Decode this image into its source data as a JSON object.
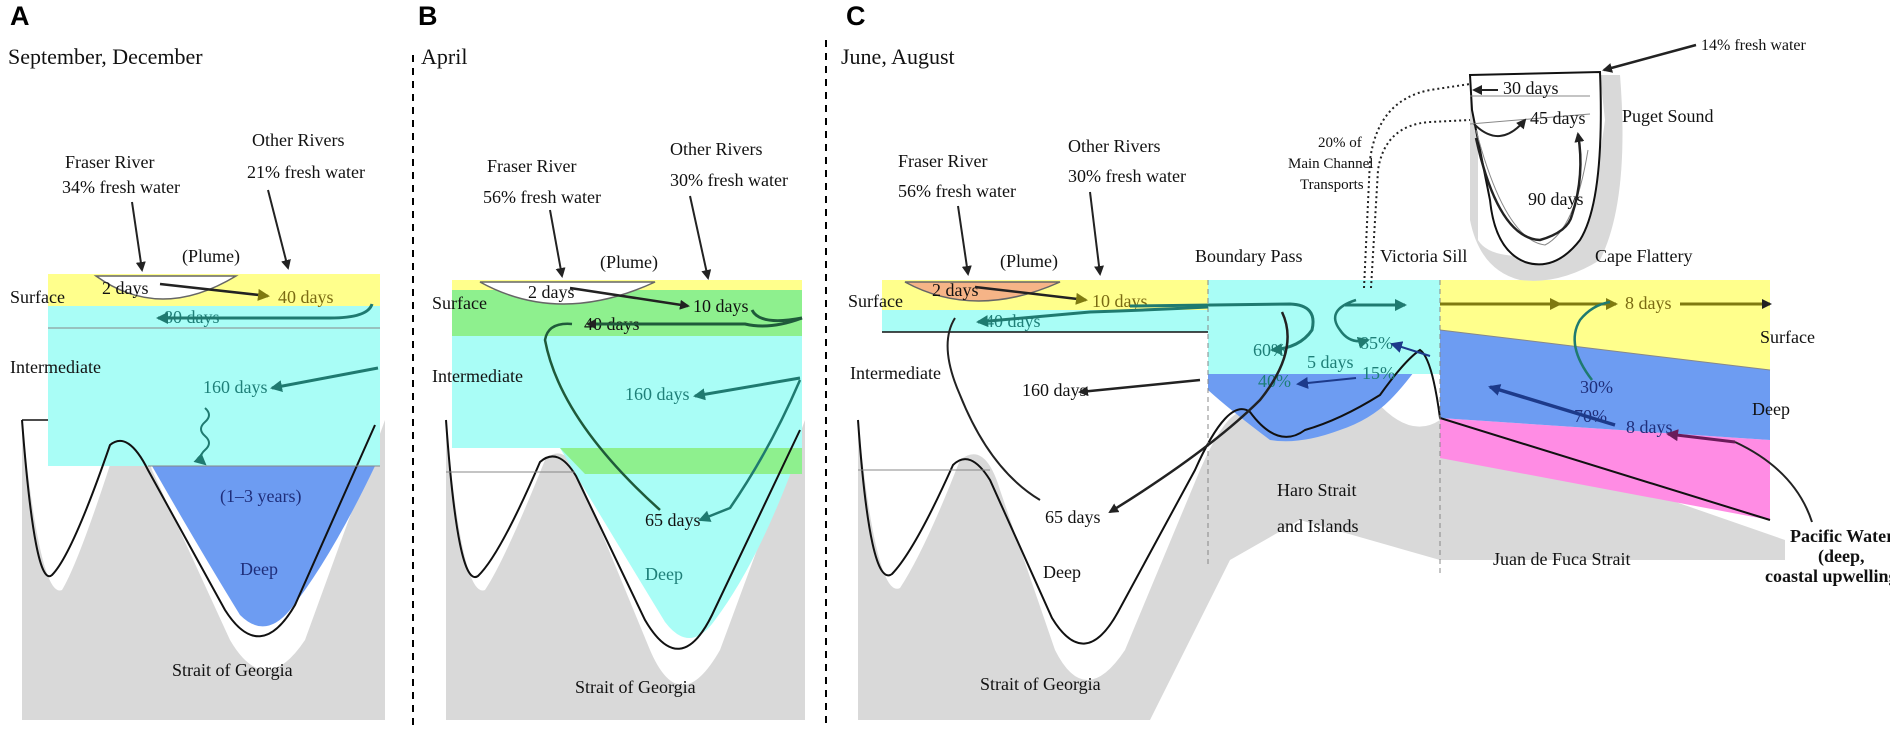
{
  "colors": {
    "surface_yellow": "#ffff8c",
    "intermediate_cyan": "#a9fdf6",
    "deep_blue": "#6d9cf2",
    "green": "#8ef08e",
    "plume_orange": "#f6b487",
    "pacific_pink": "#ff8ce4",
    "seabed_grey": "#d9d9d9",
    "arrow_dark": "#222222",
    "arrow_teal": "#1f7a70",
    "arrow_olive": "#7f7a10",
    "arrow_navy": "#1d3a8a",
    "arrow_purple": "#6a1b5a"
  },
  "panels": [
    {
      "letter": "A",
      "season": "September, December",
      "labels": {
        "fraser_name": "Fraser River",
        "fraser_share": "34% fresh water",
        "other_name": "Other Rivers",
        "other_share": "21% fresh water",
        "plume": "(Plume)",
        "plume_time": "2 days",
        "surface_time": "40 days",
        "return_time": "80 days",
        "intermediate_time": "160 days",
        "deep_time": "(1–3 years)",
        "layer_surface": "Surface",
        "layer_intermediate": "Intermediate",
        "layer_deep": "Deep",
        "basin": "Strait of Georgia"
      }
    },
    {
      "letter": "B",
      "season": "April",
      "labels": {
        "fraser_name": "Fraser River",
        "fraser_share": "56% fresh water",
        "other_name": "Other Rivers",
        "other_share": "30% fresh water",
        "plume": "(Plume)",
        "plume_time": "2 days",
        "surface_time": "10 days",
        "return_time": "40 days",
        "intermediate_time": "160 days",
        "deep_time": "65 days",
        "layer_surface": "Surface",
        "layer_intermediate": "Intermediate",
        "layer_deep": "Deep",
        "basin": "Strait of Georgia"
      }
    },
    {
      "letter": "C",
      "season": "June, August",
      "labels": {
        "fraser_name": "Fraser River",
        "fraser_share": "56% fresh water",
        "other_name": "Other Rivers",
        "other_share": "30% fresh water",
        "plume": "(Plume)",
        "plume_time": "2 days",
        "surface_time": "10 days",
        "return_time": "40 days",
        "intermediate_time": "160 days",
        "deep_time": "65 days",
        "layer_surface": "Surface",
        "layer_intermediate": "Intermediate",
        "layer_deep": "Deep",
        "basin": "Strait of Georgia",
        "boundary_pass": "Boundary Pass",
        "victoria_sill": "Victoria Sill",
        "cape_flattery": "Cape Flattery",
        "haro_line1": "Haro Strait",
        "haro_line2": "and Islands",
        "juan": "Juan de Fuca Strait",
        "pct60": "60%",
        "pct40": "40%",
        "pct85": "85%",
        "pct15": "15%",
        "pct30": "30%",
        "pct70": "70%",
        "sill_time": "5 days",
        "outflow_time": "8 days",
        "inflow_time": "8 days",
        "surface_right": "Surface",
        "deep_right": "Deep",
        "main_channel_1": "20% of",
        "main_channel_2": "Main Channel",
        "main_channel_3": "Transports",
        "puget": "Puget Sound",
        "puget_fresh": "14% fresh water",
        "puget_30": "30 days",
        "puget_45": "45 days",
        "puget_90": "90 days",
        "pacific_1": "Pacific Water",
        "pacific_2": "(deep,",
        "pacific_3": "coastal upwelling)"
      }
    }
  ]
}
